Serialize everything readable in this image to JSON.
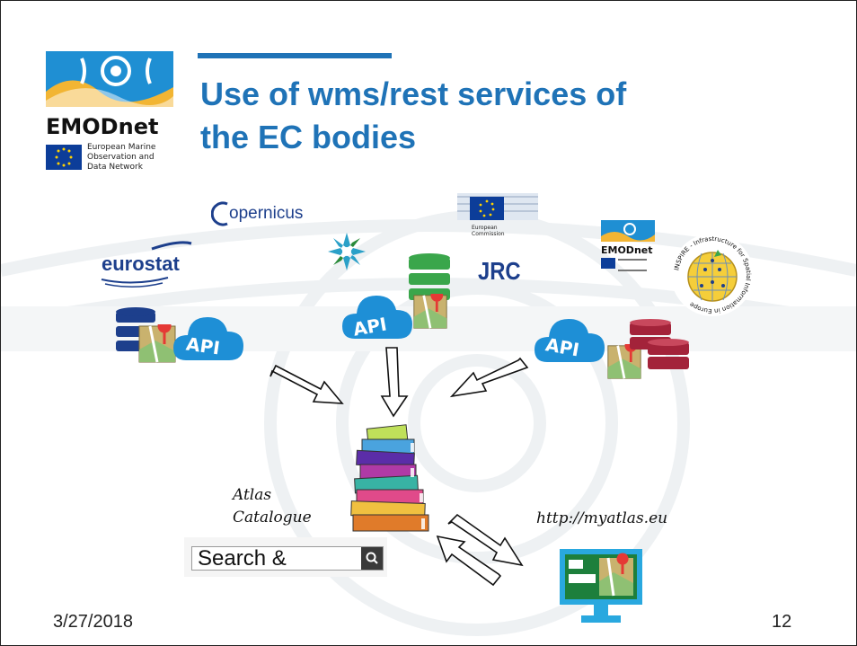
{
  "title": {
    "line1": "Use of wms/rest services of",
    "line2": "the EC bodies"
  },
  "emodnet_logo": {
    "name": "EMODnet",
    "tagline": [
      "European Marine",
      "Observation and",
      "Data Network"
    ]
  },
  "logos": {
    "copernicus": "opernicus",
    "eurostat": "eurostat",
    "jrc": "JRC",
    "ec": [
      "European",
      "Commission"
    ],
    "emodnet_small": "EMODnet",
    "inspire": "INSPIRE - Infrastructure for Spatial Information in Europe"
  },
  "api_label": "API",
  "labels": {
    "atlas_line1": "Atlas",
    "atlas_line2": "Catalogue",
    "url": "http://myatlas.eu"
  },
  "search": {
    "text": "Search &"
  },
  "footer": {
    "date": "3/27/2018",
    "page": "12"
  },
  "colors": {
    "title_blue": "#1f73b7",
    "api_cloud": "#1e8fd6",
    "db_navy": "#1d3f8c",
    "db_green": "#3aa64b",
    "db_red": "#a3233a",
    "monitor": "#29a8df"
  }
}
